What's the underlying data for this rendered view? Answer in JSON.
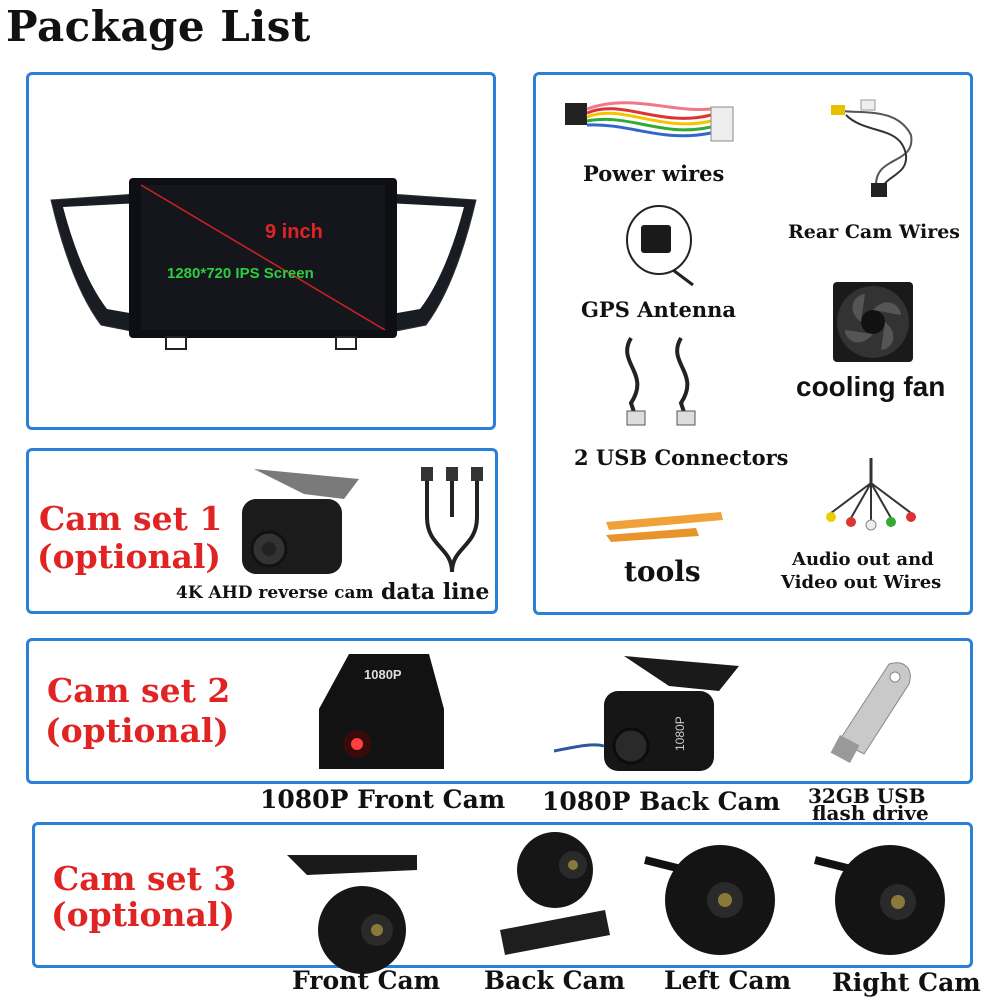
{
  "title": "Package List",
  "head_unit": {
    "size_label": "9 inch",
    "screen_label": "1280*720 IPS Screen"
  },
  "accessories": {
    "power_wires": "Power wires",
    "rear_cam_wires": "Rear Cam Wires",
    "gps_antenna": "GPS Antenna",
    "cooling_fan": "cooling fan",
    "usb_connectors": "2 USB Connectors",
    "tools": "tools",
    "audio_video_line1": "Audio out and",
    "audio_video_line2": "Video out Wires"
  },
  "cam_set_1": {
    "title": "Cam set 1",
    "optional": "(optional)",
    "reverse_cam": "4K AHD reverse cam",
    "data_line": "data line"
  },
  "cam_set_2": {
    "title": "Cam set 2",
    "optional": "(optional)",
    "front_cam": "1080P Front Cam",
    "back_cam": "1080P Back Cam",
    "flash_line1": "32GB USB",
    "flash_line2": "flash drive",
    "device_text": "1080P"
  },
  "cam_set_3": {
    "title": "Cam set 3",
    "optional": "(optional)",
    "front_cam": "Front Cam",
    "back_cam": "Back Cam",
    "left_cam": "Left Cam",
    "right_cam": "Right Cam"
  },
  "colors": {
    "border": "#2a7fd6",
    "accent_red": "#e02424",
    "screen_green": "#2ecc40"
  }
}
